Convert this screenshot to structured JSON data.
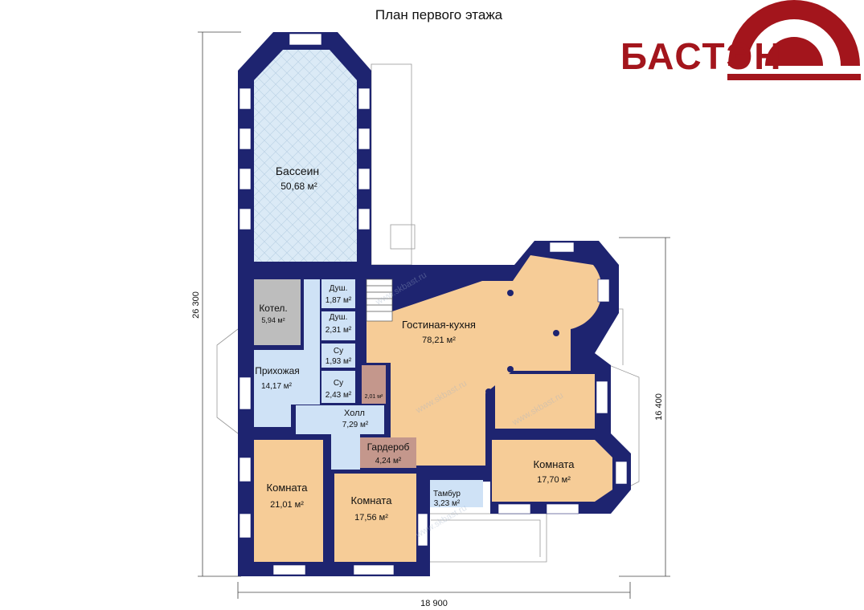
{
  "title": "План первого этажа",
  "logo": {
    "text": "БАСТЭН",
    "color": "#a3151c"
  },
  "watermark": "www.skbast.ru",
  "colors": {
    "wall": "#1e2470",
    "pool": "#d9e9f5",
    "living": "#f6cc97",
    "hall": "#cfe2f6",
    "boiler": "#bdbdbd",
    "wardrobe": "#c4978c",
    "window": "#ffffff"
  },
  "rooms": {
    "pool": {
      "name": "Бассеин",
      "area": "50,68 м²"
    },
    "boiler": {
      "name": "Котел.",
      "area": "5,94 м²"
    },
    "shower1": {
      "name": "Душ.",
      "area": "1,87 м²"
    },
    "shower2": {
      "name": "Душ.",
      "area": "2,31 м²"
    },
    "wc1": {
      "name": "Су",
      "area": "1,93 м²"
    },
    "wc2": {
      "name": "Су",
      "area": "2,43 м²"
    },
    "storage": {
      "area": "2,01 м²"
    },
    "entry": {
      "name": "Прихожая",
      "area": "14,17 м²"
    },
    "hall": {
      "name": "Холл",
      "area": "7,29 м²"
    },
    "wardrobe": {
      "name": "Гардероб",
      "area": "4,24 м²"
    },
    "living": {
      "name": "Гостиная-кухня",
      "area": "78,21 м²"
    },
    "room_right": {
      "name": "Комната",
      "area": "17,70 м²"
    },
    "room_left": {
      "name": "Комната",
      "area": "21,01 м²"
    },
    "room_mid": {
      "name": "Комната",
      "area": "17,56 м²"
    },
    "vestibule": {
      "name": "Тамбур",
      "area": "3,23 м²"
    }
  },
  "dimensions": {
    "left": "26 300",
    "right": "16 400",
    "bottom": "18 900"
  }
}
